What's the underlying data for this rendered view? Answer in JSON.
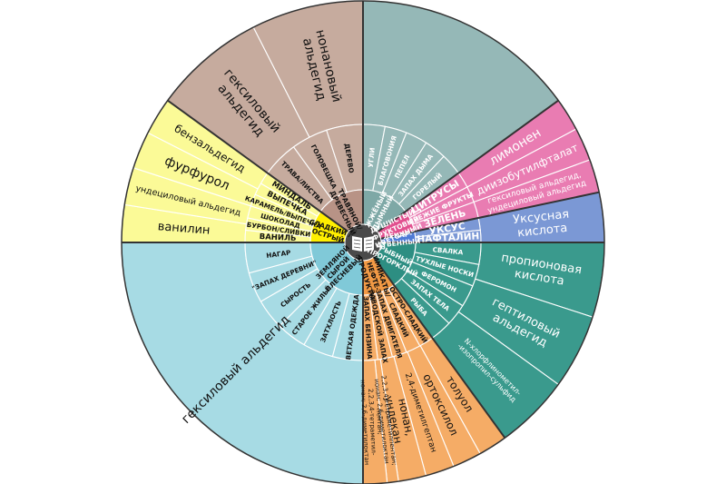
{
  "center_icon": "book-icon",
  "sectors": [
    {
      "id": "woody",
      "color": "#c6ab9e",
      "inner": [
        {
          "id": "tree",
          "text": "ТРАВЯНОЙ / ДРЕВЕСНЫЙ",
          "lines": [
            "ТРАВЯНОЙ/",
            "ДРЕВЕСНЫЙ"
          ]
        }
      ],
      "middle": [
        {
          "id": "grass",
          "text": "ТРАВА/ЛИСТВА"
        },
        {
          "id": "rot",
          "text": "ГОЛОВЕШКА"
        },
        {
          "id": "wood",
          "text": "ДЕРЕВО"
        }
      ],
      "outer": [
        {
          "id": "hexyl",
          "text": "гексиловый альдегид",
          "lines": [
            "гексиловый",
            "альдегид"
          ]
        },
        {
          "id": "nonan",
          "text": "нонановый альдегид",
          "lines": [
            "нонановый",
            "альдегид"
          ]
        }
      ]
    },
    {
      "id": "sweet",
      "color": "#fbfa97",
      "inner": [
        {
          "id": "sweet",
          "text": "СЛАДКИЙ / ОСТРЫЙ",
          "lines": [
            "СЛАДКИЙ /",
            "ОСТРЫЙ"
          ]
        }
      ],
      "middle": [
        {
          "id": "vanilla",
          "text": "ВАНИЛЬ"
        },
        {
          "id": "bourbon",
          "text": "БУРБОН/СЛИВКИ"
        },
        {
          "id": "choc",
          "text": "ШОКОЛАД"
        },
        {
          "id": "caramel",
          "text": "КАРАМЕЛЬ/ВЫПЕЧКА"
        },
        {
          "id": "baking",
          "text": "ВЫПЕЧКА"
        },
        {
          "id": "almond",
          "text": "МИНДАЛЬ"
        }
      ],
      "outer": [
        {
          "id": "vanillin",
          "text": "ванилин"
        },
        {
          "id": "undecyl",
          "text": "ундециловый альдегид"
        },
        {
          "id": "furfural",
          "text": "фурфурол"
        },
        {
          "id": "benzald",
          "text": "бензальдегид"
        }
      ]
    },
    {
      "id": "earthy",
      "color": "#a7dbe4",
      "inner": [
        {
          "id": "earthy",
          "text": "ЗЕМЛЯНОЙ СЫРОЙ ПЛЕСНЕВЫЙ",
          "lines": [
            "ЗЕМЛЯНОЙ",
            "СЫРОЙ",
            "ПЛЕСНЕВЫЙ"
          ]
        }
      ],
      "middle": [
        {
          "id": "old_clothes",
          "text": "ВЕТХАЯ ОДЕЖДА"
        },
        {
          "id": "stale",
          "text": "ЗАТХЛОСТЬ"
        },
        {
          "id": "old_housing",
          "text": "СТАРОЕ ЖИЛЬЁ"
        },
        {
          "id": "damp",
          "text": "СЫРОСТЬ"
        },
        {
          "id": "woods",
          "text": "\"ЗАПАХ ДЕРЕВНИ\""
        },
        {
          "id": "soot",
          "text": "НАГАР"
        }
      ],
      "outer": [
        {
          "id": "hexyl2",
          "text": "гексиловый альдегид"
        }
      ]
    },
    {
      "id": "chemical",
      "color": "#f5ac66",
      "inner": [
        {
          "id": "chem",
          "text": "ХИМИКАТЫ / НЕФТЕ- ПРОДУКТЫ",
          "lines": [
            "ХИМИКАТЫ/",
            "НЕФТЕ-",
            "ПРОДУКТЫ"
          ]
        }
      ],
      "middle": [
        {
          "id": "sharp_sweet",
          "text": "ОСТРО-СЛАДКИЙ"
        },
        {
          "id": "sweetish",
          "text": "СЛАДКИЙ"
        },
        {
          "id": "engine",
          "text": "ЗАПАХ ДВИГАТЕЛЯ"
        },
        {
          "id": "factory",
          "text": "ЗАВОДСКОЙ ЗАПАХ"
        },
        {
          "id": "gasoline",
          "text": "ЗАПАХ БЕНЗИНА"
        }
      ],
      "outer": [
        {
          "id": "toluene",
          "text": "толуол"
        },
        {
          "id": "oxylene",
          "text": "ортоксилол"
        },
        {
          "id": "dimethylheptane",
          "text": "2,4-диметилгептан"
        },
        {
          "id": "nonane",
          "text": "нонан, ундекан",
          "lines": [
            "нонан,",
            "ундекан"
          ]
        },
        {
          "id": "tetramethyl",
          "text": "2,2,3,4-тетраметилпентан; нонан; 2,6-диметилоктан",
          "lines": [
            "2,2,3,4-тетраметилпентан;",
            "нонан; 2,6-диметилоктан"
          ]
        },
        {
          "id": "pentane",
          "text": "пентан; 2,2,3,4-тетраметил- нонан; 2,6-диметилоктан",
          "lines": [
            "пентан;",
            "2,2,3,4-тетраметил-",
            "нонан; 2,6-диметилоктан"
          ]
        }
      ]
    },
    {
      "id": "fishy",
      "color": "#3a9a8d",
      "inner": [
        {
          "id": "fishy",
          "text": "РЫБНЫЙ ПРОГОРКЛЫЙ",
          "lines": [
            "РЫБНЫЙ",
            "ПРОГОРКЛЫЙ"
          ]
        }
      ],
      "middle": [
        {
          "id": "dump",
          "text": "СВАЛКА"
        },
        {
          "id": "socks",
          "text": "ТУХЛЫЕ НОСКИ"
        },
        {
          "id": "pheromone",
          "text": "ФЕРОМОН"
        },
        {
          "id": "body",
          "text": "ЗАПАХ ТЕЛА"
        },
        {
          "id": "fish",
          "text": "РЫБА"
        }
      ],
      "outer": [
        {
          "id": "propionic",
          "text": "пропионовая кислота",
          "lines": [
            "пропионовая",
            "кислота"
          ]
        },
        {
          "id": "heptyl",
          "text": "гептиловый альдегид",
          "lines": [
            "гептиловый",
            "альдегид"
          ]
        },
        {
          "id": "chloro",
          "text": "N-хлорфлинометил- -изопропил-сульфид",
          "lines": [
            "N-хлорфлинометил-",
            "-изопропил-сульфид"
          ]
        }
      ]
    },
    {
      "id": "medicinal",
      "color": "#7b98d5",
      "inner": [
        {
          "id": "medicinal",
          "text": "ЛЕКАР- СТВЕННЫЙ",
          "lines": [
            "ЛЕКАР-",
            "СТВЕННЫЙ"
          ]
        }
      ],
      "middle": [
        {
          "id": "vinegar",
          "text": "УКСУС"
        },
        {
          "id": "naphthalene",
          "text": "НАФТАЛИН"
        }
      ],
      "outer": [
        {
          "id": "acetic",
          "text": "Уксусная кислота",
          "lines": [
            "Уксусная",
            "кислота"
          ]
        }
      ]
    },
    {
      "id": "fruity",
      "color": "#e97cb2",
      "inner": [
        {
          "id": "fruity",
          "text": "ДУШИСТЫЙ ФРУКТОВЫЙ ЦВЕТОЧНЫЙ",
          "lines": [
            "ДУШИСТЫЙ",
            "ФРУКТОВЫЙ",
            "ЦВЕТОЧНЫЙ"
          ]
        }
      ],
      "middle": [
        {
          "id": "citrus",
          "text": "ЦИТРУСЫ"
        },
        {
          "id": "fresh_fruit",
          "text": "СВЕЖИЕ ФРУКТЫ"
        },
        {
          "id": "greens",
          "text": "ЗЕЛЕНЬ"
        }
      ],
      "outer": [
        {
          "id": "limonene",
          "text": "лимонен"
        },
        {
          "id": "diisobutyl",
          "text": "диизобутилфталат"
        },
        {
          "id": "hexyl3",
          "text": "гексиловый альдегид, ундециловый альдегид",
          "lines": [
            "гексиловый альдегид,",
            "ундециловый альдегид"
          ]
        }
      ]
    },
    {
      "id": "smoky",
      "color": "#95b8b7",
      "inner": [
        {
          "id": "smoky",
          "text": "ЖЖЁНЫЙ ДЫМНЫЙ",
          "lines": [
            "ЖЖЁНЫЙ",
            "ДЫМНЫЙ"
          ]
        }
      ],
      "middle": [
        {
          "id": "coals",
          "text": "УГЛИ"
        },
        {
          "id": "incense",
          "text": "БЛАГОВОНИЯ"
        },
        {
          "id": "ash",
          "text": "ПЕПЕЛ"
        },
        {
          "id": "smoke",
          "text": "ЗАПАХ ДЫМА"
        },
        {
          "id": "burnt",
          "text": "ГОРЕЛЫЙ"
        }
      ],
      "outer": []
    }
  ]
}
